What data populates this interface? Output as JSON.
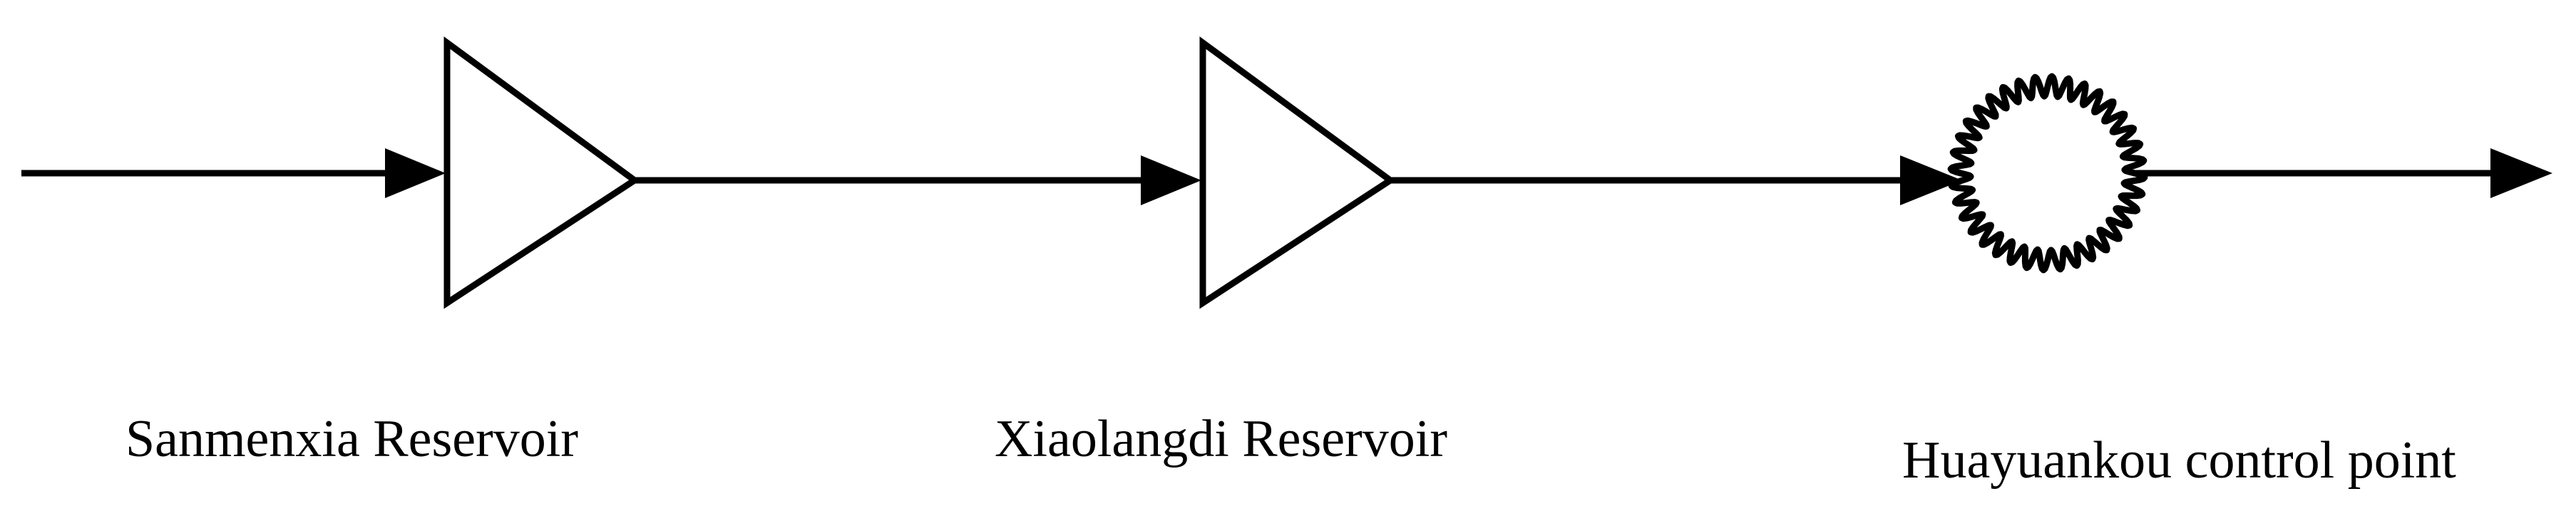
{
  "diagram": {
    "nodes": [
      {
        "id": "sanmenxia",
        "kind": "reservoir",
        "label": "Sanmenxia Reservoir"
      },
      {
        "id": "xiaolangdi",
        "kind": "reservoir",
        "label": "Xiaolangdi Reservoir"
      },
      {
        "id": "huayuankou",
        "kind": "control-point",
        "label": "Huayuankou control point"
      }
    ],
    "edges": [
      {
        "from": "",
        "to": "sanmenxia"
      },
      {
        "from": "sanmenxia",
        "to": "xiaolangdi"
      },
      {
        "from": "xiaolangdi",
        "to": "huayuankou"
      },
      {
        "from": "huayuankou",
        "to": ""
      }
    ],
    "colors": {
      "stroke": "#000000",
      "background": "#ffffff"
    }
  }
}
